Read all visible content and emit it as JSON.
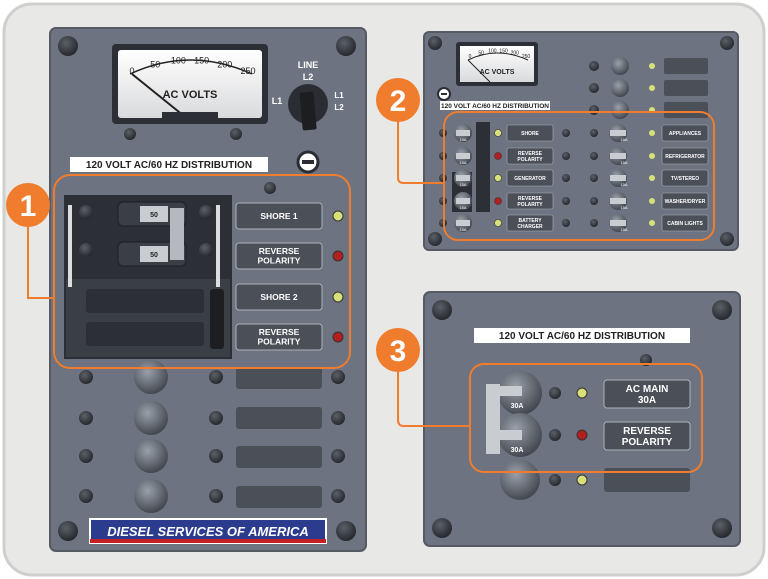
{
  "colors": {
    "background": "#e8e8e6",
    "panel": "#6d7380",
    "accent_orange": "#ef7d2d",
    "label_plate": "#4a4f58",
    "led_green": "#d8e07a",
    "led_red": "#b31e1e"
  },
  "panel1": {
    "meter_title": "AC VOLTS",
    "meter_ticks": [
      "0",
      "50",
      "100",
      "150",
      "200",
      "250"
    ],
    "selector_title": "LINE",
    "selector_l2": "L2",
    "selector_l1": "L1",
    "selector_l1_l2_top": "L1",
    "selector_l1_l2_bottom": "L2",
    "header": "120 VOLT AC/60 HZ DISTRIBUTION",
    "breaker_amps": "50",
    "labels": [
      {
        "text": "SHORE 1",
        "led": "green"
      },
      {
        "text": "REVERSE POLARITY",
        "led": "red"
      },
      {
        "text": "SHORE 2",
        "led": "green"
      },
      {
        "text": "REVERSE POLARITY",
        "led": "red"
      }
    ],
    "brand": "DIESEL SERVICES OF AMERICA"
  },
  "panel2": {
    "meter_title": "AC VOLTS",
    "meter_ticks": [
      "0",
      "50",
      "100",
      "150",
      "200",
      "250"
    ],
    "header": "120 VOLT AC/60 HZ DISTRIBUTION",
    "breaker_amps": "15A",
    "left_labels": [
      {
        "text": "SHORE",
        "led": "green"
      },
      {
        "text": "REVERSE POLARITY",
        "led": "red"
      },
      {
        "text": "GENERATOR",
        "led": "green"
      },
      {
        "text": "REVERSE POLARITY",
        "led": "red"
      },
      {
        "text": "BATTERY CHARGER",
        "led": "green"
      }
    ],
    "right_labels": [
      "APPLIANCES",
      "REFRIGERATOR",
      "TV/STEREO",
      "WASHER/DRYER",
      "CABIN LIGHTS"
    ]
  },
  "panel3": {
    "header": "120 VOLT AC/60 HZ DISTRIBUTION",
    "breaker_amps": "30A",
    "labels": [
      {
        "text": "AC MAIN 30A",
        "led": "green"
      },
      {
        "text": "REVERSE POLARITY",
        "led": "red"
      }
    ]
  },
  "callouts": [
    "1",
    "2",
    "3"
  ]
}
